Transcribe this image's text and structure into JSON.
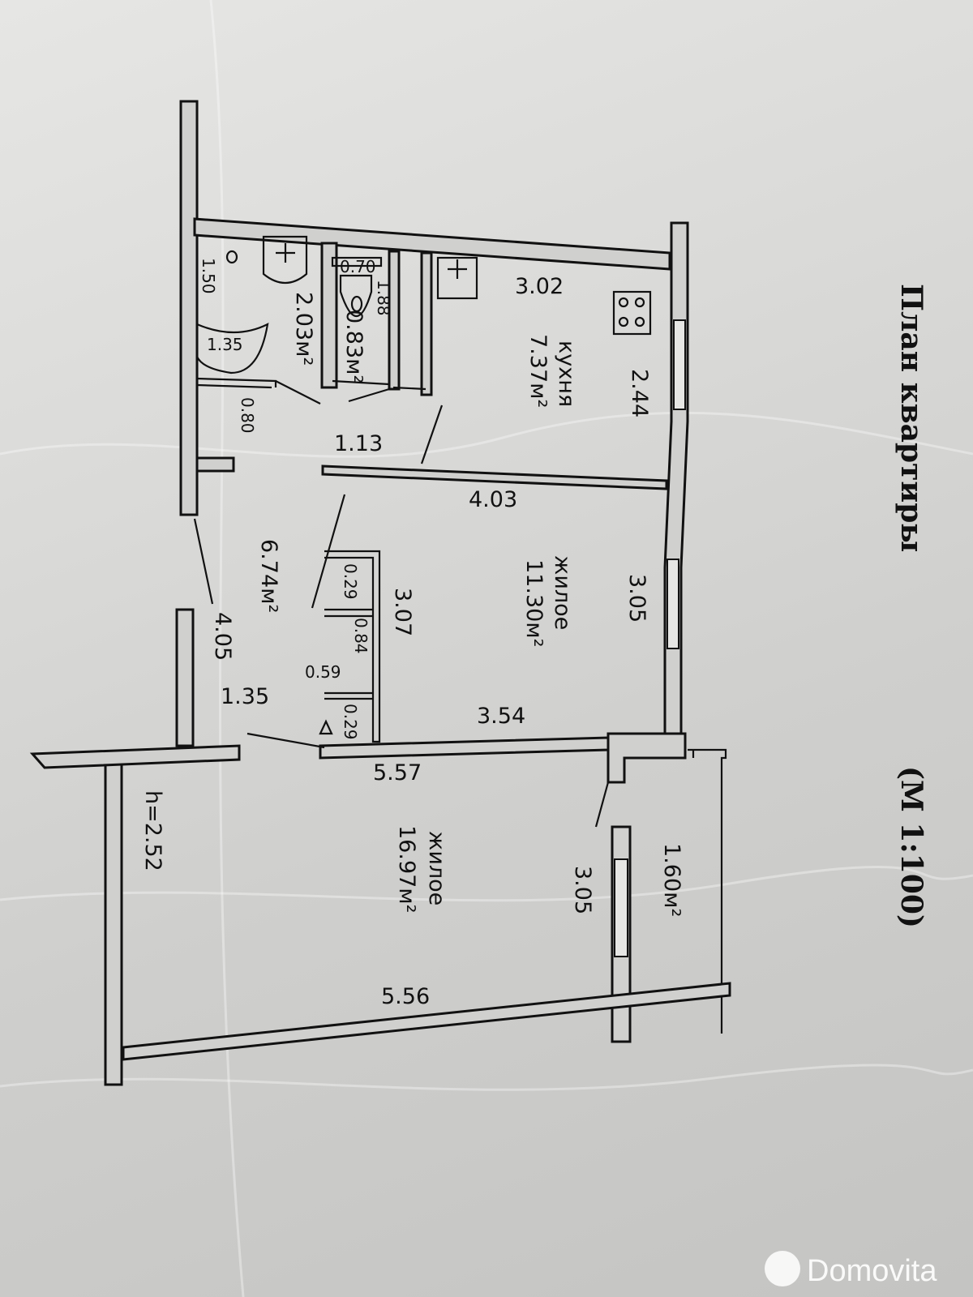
{
  "title": "План квартиры",
  "scale": "(М 1:100)",
  "ceiling_height": "h=2.52",
  "watermark": "Domovita",
  "rooms": {
    "kitchen": {
      "name": "кухня",
      "area": "7.37м²"
    },
    "living_1": {
      "name": "жилое",
      "area": "11.30м²"
    },
    "living_2": {
      "name": "жилое",
      "area": "16.97м²"
    },
    "hall_area": "6.74м²",
    "bath_area": "2.03м²",
    "wc_area": "0.83м²",
    "balcony_area": "1.60м²"
  },
  "dimensions": {
    "d_302": "3.02",
    "d_244": "2.44",
    "d_113": "1.13",
    "d_403": "4.03",
    "d_305_a": "3.05",
    "d_307": "3.07",
    "d_354": "3.54",
    "d_557": "5.57",
    "d_305_b": "3.05",
    "d_556": "5.56",
    "d_070": "0.70",
    "d_188": "1.88",
    "d_150": "1.50",
    "d_135_a": "1.35",
    "d_080": "0.80",
    "d_405": "4.05",
    "d_135_b": "1.35",
    "d_059": "0.59",
    "d_029_a": "0.29",
    "d_084": "0.84",
    "d_029_b": "0.29"
  }
}
